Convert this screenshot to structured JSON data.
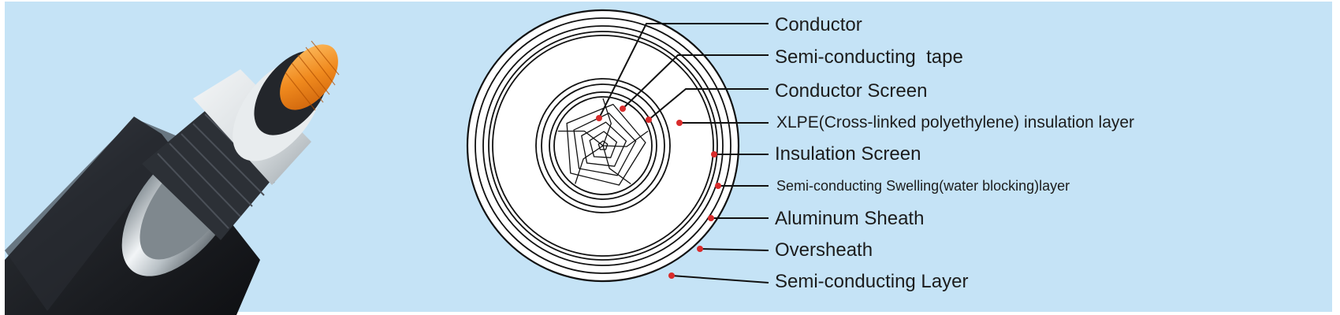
{
  "diagram": {
    "labels": [
      {
        "key": "conductor",
        "text": "Conductor"
      },
      {
        "key": "semi_conducting_tape",
        "text": "Semi-conducting  tape"
      },
      {
        "key": "conductor_screen",
        "text": "Conductor Screen"
      },
      {
        "key": "xlpe_insulation",
        "text": "XLPE(Cross-linked polyethylene) insulation layer"
      },
      {
        "key": "insulation_screen",
        "text": "Insulation Screen"
      },
      {
        "key": "swelling_layer",
        "text": "Semi-conducting Swelling(water blocking)layer"
      },
      {
        "key": "aluminum_sheath",
        "text": "Aluminum Sheath"
      },
      {
        "key": "oversheath",
        "text": "Oversheath"
      },
      {
        "key": "semi_conducting_layer",
        "text": "Semi-conducting Layer"
      }
    ]
  },
  "colors": {
    "background": "#c5e3f6",
    "marker": "#d92b2b",
    "conductor_copper": "#f08a1e",
    "cable_jacket": "#1c1e22",
    "aluminum": "#cfd6da"
  }
}
